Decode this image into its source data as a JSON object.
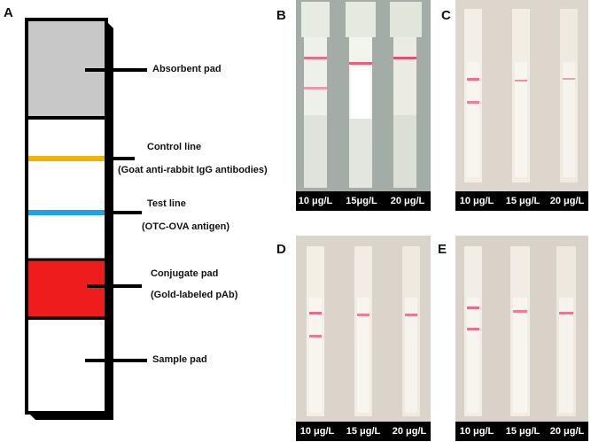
{
  "panel_a": {
    "letter": "A",
    "absorbent_pad": "Absorbent pad",
    "control_line": "Control line",
    "control_line_desc": "(Goat anti-rabbit IgG antibodies)",
    "test_line": "Test line",
    "test_line_desc": "(OTC-OVA antigen)",
    "conjugate_pad": "Conjugate pad",
    "conjugate_pad_desc": "(Gold-labeled pAb)",
    "sample_pad": "Sample pad",
    "colors": {
      "absorbent": "#c8c8c8",
      "control": "#f0b400",
      "test": "#20a0e8",
      "conjugate": "#ee1c1c"
    }
  },
  "panels": [
    {
      "letter": "B",
      "captions": [
        "10 μg/L",
        "15μg/L",
        "20 μg/L"
      ]
    },
    {
      "letter": "C",
      "captions": [
        "10 μg/L",
        "15 μg/L",
        "20 μg/L"
      ]
    },
    {
      "letter": "D",
      "captions": [
        "10 μg/L",
        "15 μg/L",
        "20 μg/L"
      ]
    },
    {
      "letter": "E",
      "captions": [
        "10 μg/L",
        "15 μg/L",
        "20 μg/L"
      ]
    }
  ]
}
